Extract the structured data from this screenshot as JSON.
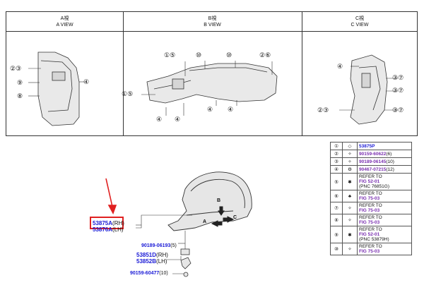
{
  "views": [
    {
      "jp": "A視",
      "en": "A VIEW"
    },
    {
      "jp": "B視",
      "en": "B VIEW"
    },
    {
      "jp": "C視",
      "en": "C VIEW"
    }
  ],
  "view_callouts": {
    "a": [
      "②",
      "③",
      "⑨",
      "⑧",
      "④"
    ],
    "b": [
      "①",
      "⑤",
      "⑩",
      "⑩",
      "②",
      "⑥",
      "①",
      "⑤",
      "④",
      "④",
      "④",
      "④"
    ],
    "c": [
      "④",
      "③",
      "⑦",
      "③",
      "⑦",
      "②",
      "③",
      "③",
      "⑦"
    ]
  },
  "legend": [
    {
      "num": "①",
      "sym": "◇",
      "lines": [
        {
          "text": "53875P",
          "style": "pn"
        }
      ]
    },
    {
      "num": "②",
      "sym": "✧",
      "lines": [
        {
          "text": "90159-60622",
          "style": "ref"
        },
        {
          "text": "(6)",
          "style": "plain"
        }
      ]
    },
    {
      "num": "③",
      "sym": "✧",
      "lines": [
        {
          "text": "90189-06145",
          "style": "ref"
        },
        {
          "text": "(10)",
          "style": "plain"
        }
      ]
    },
    {
      "num": "④",
      "sym": "⚙",
      "lines": [
        {
          "text": "90467-07215",
          "style": "ref"
        },
        {
          "text": "(12)",
          "style": "plain"
        }
      ]
    },
    {
      "num": "⑤",
      "sym": "✱",
      "lines": [
        {
          "text": "REFER TO",
          "style": "plain"
        },
        {
          "text": "FIG 52-01",
          "style": "ref"
        },
        {
          "text": "(PNC 76851G)",
          "style": "plain"
        }
      ]
    },
    {
      "num": "⑥",
      "sym": "♣",
      "lines": [
        {
          "text": "REFER TO",
          "style": "plain"
        },
        {
          "text": "FIG 75-03",
          "style": "ref"
        }
      ]
    },
    {
      "num": "⑦",
      "sym": "✧",
      "lines": [
        {
          "text": "REFER TO",
          "style": "plain"
        },
        {
          "text": "FIG 75-03",
          "style": "ref"
        }
      ]
    },
    {
      "num": "⑧",
      "sym": "✧",
      "lines": [
        {
          "text": "REFER TO",
          "style": "plain"
        },
        {
          "text": "FIG 75-03",
          "style": "ref"
        }
      ]
    },
    {
      "num": "⑨",
      "sym": "✱",
      "lines": [
        {
          "text": "REFER TO",
          "style": "plain"
        },
        {
          "text": "FIG 52-01",
          "style": "ref"
        },
        {
          "text": "(PNC 53879H)",
          "style": "plain"
        }
      ]
    },
    {
      "num": "⑩",
      "sym": "✧",
      "lines": [
        {
          "text": "REFER TO",
          "style": "plain"
        },
        {
          "text": "FIG 75-03",
          "style": "ref"
        }
      ]
    }
  ],
  "parts": {
    "main_rh_pn": "53875A",
    "main_rh_side": "(RH)",
    "main_lh_pn": "53876A",
    "main_lh_side": "(LH)",
    "clip_pn": "90189-06193",
    "clip_qty": "(5)",
    "bracket_rh_pn": "53851D",
    "bracket_rh_side": "(RH)",
    "bracket_lh_pn": "53852B",
    "bracket_lh_side": "(LH)",
    "screw_pn": "90159-60477",
    "screw_qty": "(10)"
  },
  "arrows": {
    "a": "A",
    "b": "B",
    "c": "C"
  },
  "colors": {
    "highlight_box": "#e02020",
    "pointer_arrow": "#e02020",
    "part_number": "#1a1ad6",
    "reference": "#7a2fb0"
  }
}
